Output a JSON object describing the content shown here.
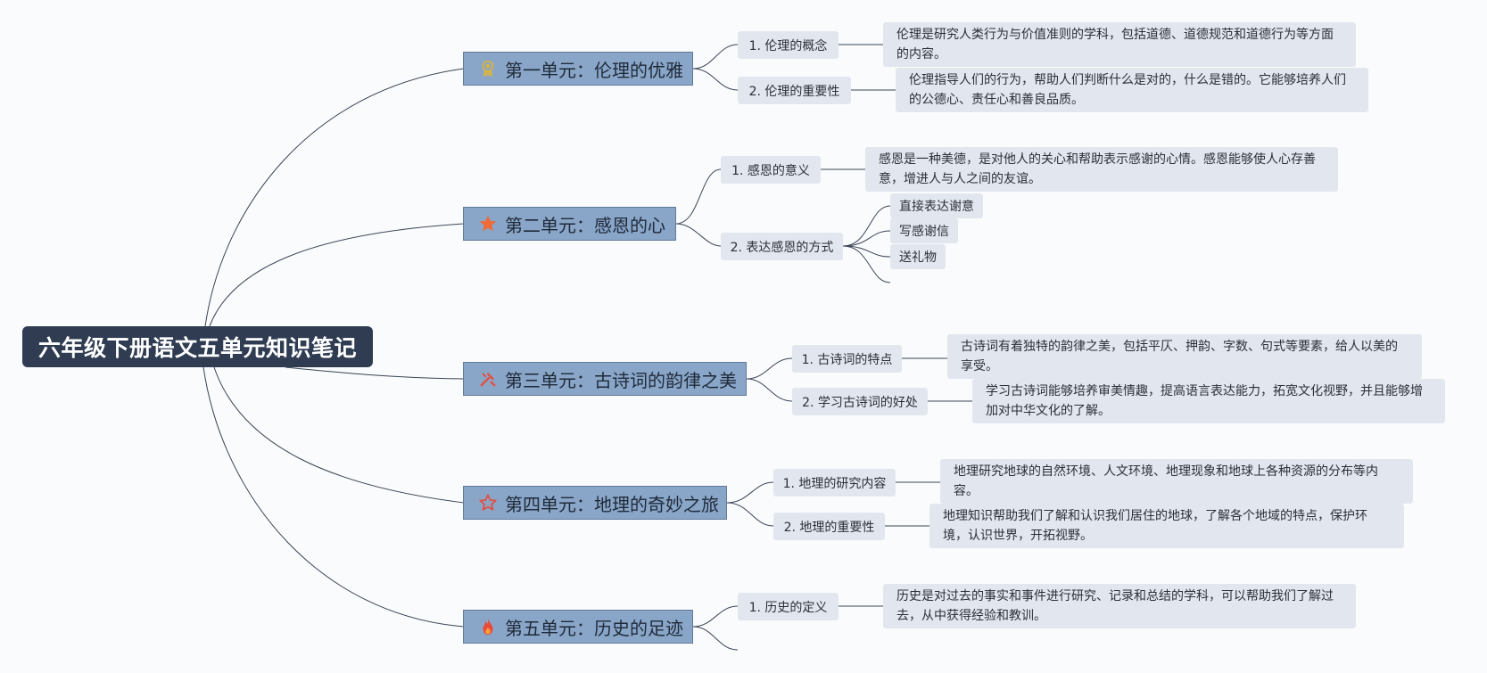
{
  "root": {
    "title": "六年级下册语文五单元知识笔记"
  },
  "units": [
    {
      "title": "第一单元：伦理的优雅",
      "icon": "ribbon-badge-icon",
      "topics": [
        {
          "label": "1. 伦理的概念",
          "note": "伦理是研究人类行为与价值准则的学科，包括道德、道德规范和道德行为等方面的内容。"
        },
        {
          "label": "2. 伦理的重要性",
          "note": "伦理指导人们的行为，帮助人们判断什么是对的，什么是错的。它能够培养人们的公德心、责任心和善良品质。"
        }
      ]
    },
    {
      "title": "第二单元：感恩的心",
      "icon": "star-filled-icon",
      "topics": [
        {
          "label": "1. 感恩的意义",
          "note": "感恩是一种美德，是对他人的关心和帮助表示感谢的心情。感恩能够使人心存善意，增进人与人之间的友谊。"
        },
        {
          "label": "2. 表达感恩的方式",
          "items": [
            "直接表达谢意",
            "写感谢信",
            "送礼物"
          ]
        }
      ]
    },
    {
      "title": "第三单元：古诗词的韵律之美",
      "icon": "tools-icon",
      "topics": [
        {
          "label": "1. 古诗词的特点",
          "note": "古诗词有着独特的韵律之美，包括平仄、押韵、字数、句式等要素，给人以美的享受。"
        },
        {
          "label": "2. 学习古诗词的好处",
          "note": "学习古诗词能够培养审美情趣，提高语言表达能力，拓宽文化视野，并且能够增加对中华文化的了解。"
        }
      ]
    },
    {
      "title": "第四单元：地理的奇妙之旅",
      "icon": "star-outline-icon",
      "topics": [
        {
          "label": "1. 地理的研究内容",
          "note": "地理研究地球的自然环境、人文环境、地理现象和地球上各种资源的分布等内容。"
        },
        {
          "label": "2. 地理的重要性",
          "note": "地理知识帮助我们了解和认识我们居住的地球，了解各个地域的特点，保护环境，认识世界，开拓视野。"
        }
      ]
    },
    {
      "title": "第五单元：历史的足迹",
      "icon": "flame-icon",
      "topics": [
        {
          "label": "1. 历史的定义",
          "note": "历史是对过去的事实和事件进行研究、记录和总结的学科，可以帮助我们了解过去，从中获得经验和教训。"
        }
      ]
    }
  ],
  "colors": {
    "root_fill": "#2f3c52",
    "unit_fill": "#89a6c9",
    "topic_fill": "#e2e7ef",
    "line": "#3a4556",
    "icon_gold": "#d9b441",
    "icon_orange": "#f06a35",
    "icon_red": "#e84a3a"
  }
}
